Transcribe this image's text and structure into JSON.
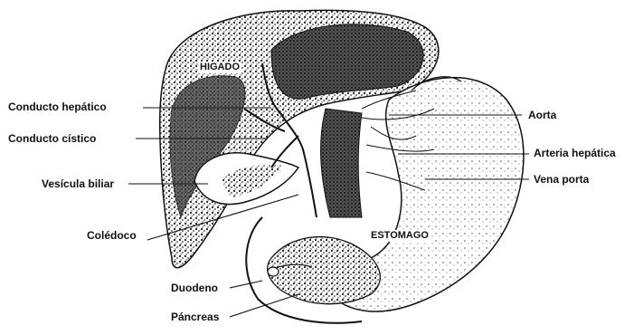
{
  "labels": {
    "conducto_hepatico": "Conducto hepático",
    "conducto_cistico": "Conducto cístico",
    "vesicula_biliar": "Vesícula biliar",
    "coledoco": "Colédoco",
    "duodeno": "Duodeno",
    "pancreas": "Páncreas",
    "aorta": "Aorta",
    "arteria_hepatica": "Arteria hepática",
    "vena_porta": "Vena porta",
    "higado": "HIGADO",
    "estomago": "ESTOMAGO"
  },
  "colors": {
    "ink": "#111111",
    "shade": "#3a3a3a",
    "paper": "#ffffff"
  }
}
